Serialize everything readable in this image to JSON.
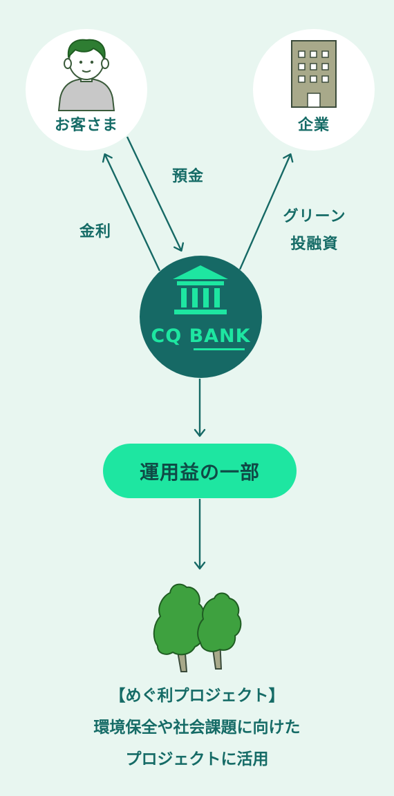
{
  "nodes": {
    "customer_label": "お客さま",
    "company_label": "企業",
    "bank_brand": "CQ BANK"
  },
  "flows": {
    "deposit_label": "預金",
    "interest_label": "金利",
    "green_finance_line1": "グリーン",
    "green_finance_line2": "投融資"
  },
  "profit": {
    "label": "運用益の一部"
  },
  "caption": {
    "line1": "【めぐ利プロジェクト】",
    "line2": "環境保全や社会課題に向けた",
    "line3": "プロジェクトに活用"
  },
  "colors": {
    "background": "#e8f6f0",
    "dark_teal": "#166965",
    "accent_green": "#1ee6a1",
    "building": "#a8a98a",
    "tree": "#3ea13f"
  }
}
